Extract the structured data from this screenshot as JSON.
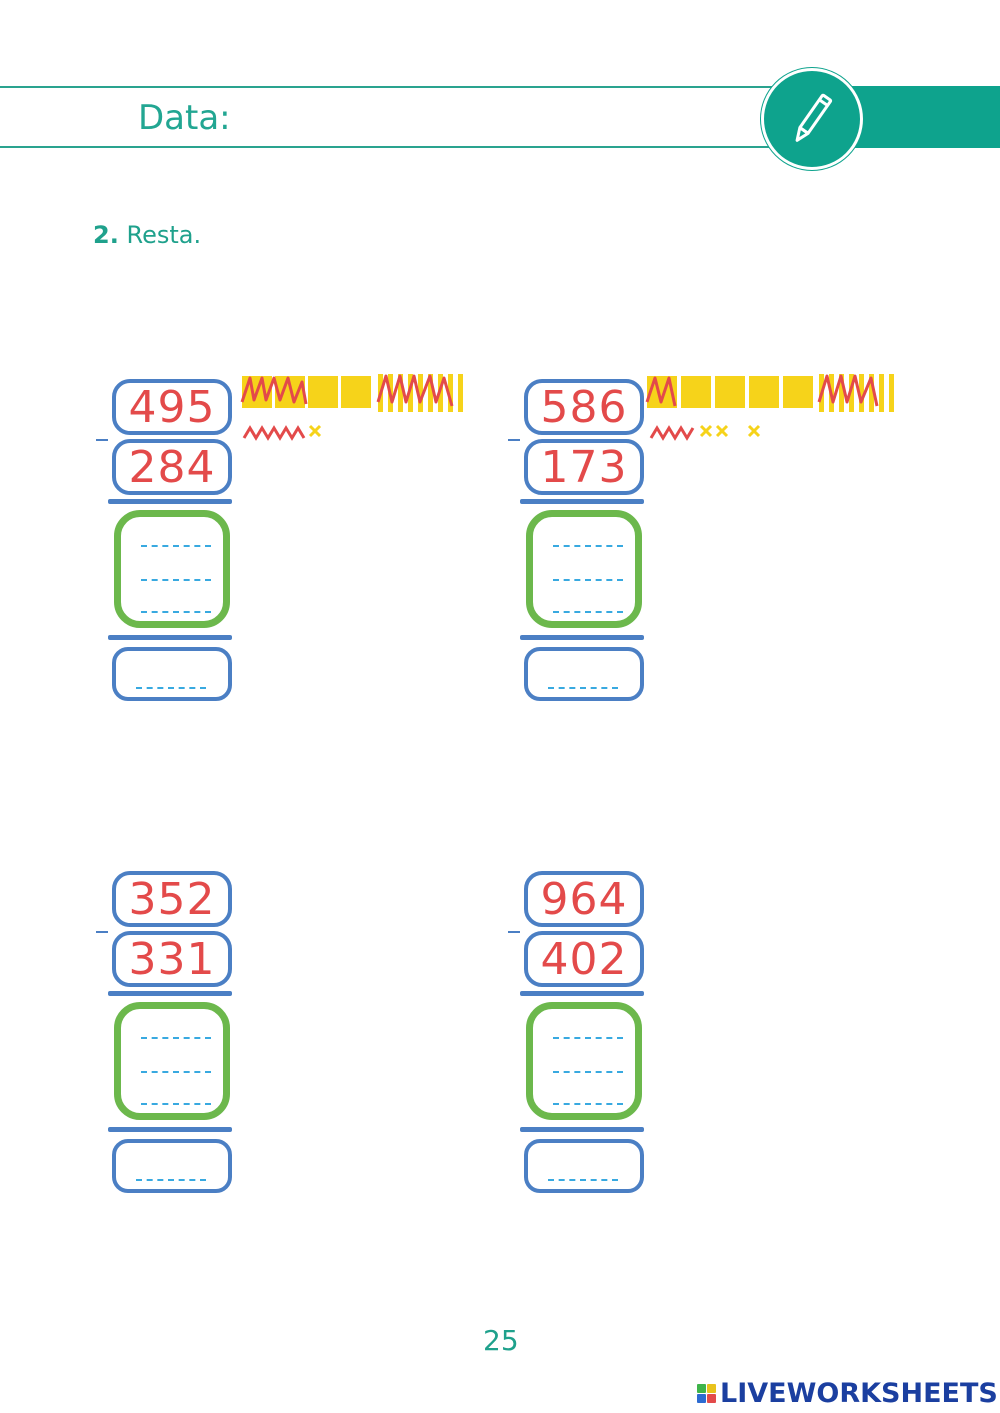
{
  "header": {
    "date_label": "Data:",
    "pencil_icon": "pencil-icon",
    "accent_color": "#0ea38d"
  },
  "instruction": {
    "number": "2.",
    "text": "Resta."
  },
  "exercises": [
    {
      "minuend": "495",
      "subtrahend": "284"
    },
    {
      "minuend": "586",
      "subtrahend": "173"
    },
    {
      "minuend": "352",
      "subtrahend": "331"
    },
    {
      "minuend": "964",
      "subtrahend": "402"
    }
  ],
  "footer": {
    "page_number": "25",
    "logo_text": "LIVEWORKSHEETS",
    "logo_colors": [
      "#3fb44a",
      "#e8c21c",
      "#2d6bd1",
      "#e34a4a"
    ]
  },
  "colors": {
    "numbers": "#e34a4a",
    "boxes": "#4b7fc4",
    "working_box": "#6cb84c",
    "base_ten": "#f6d31a"
  }
}
